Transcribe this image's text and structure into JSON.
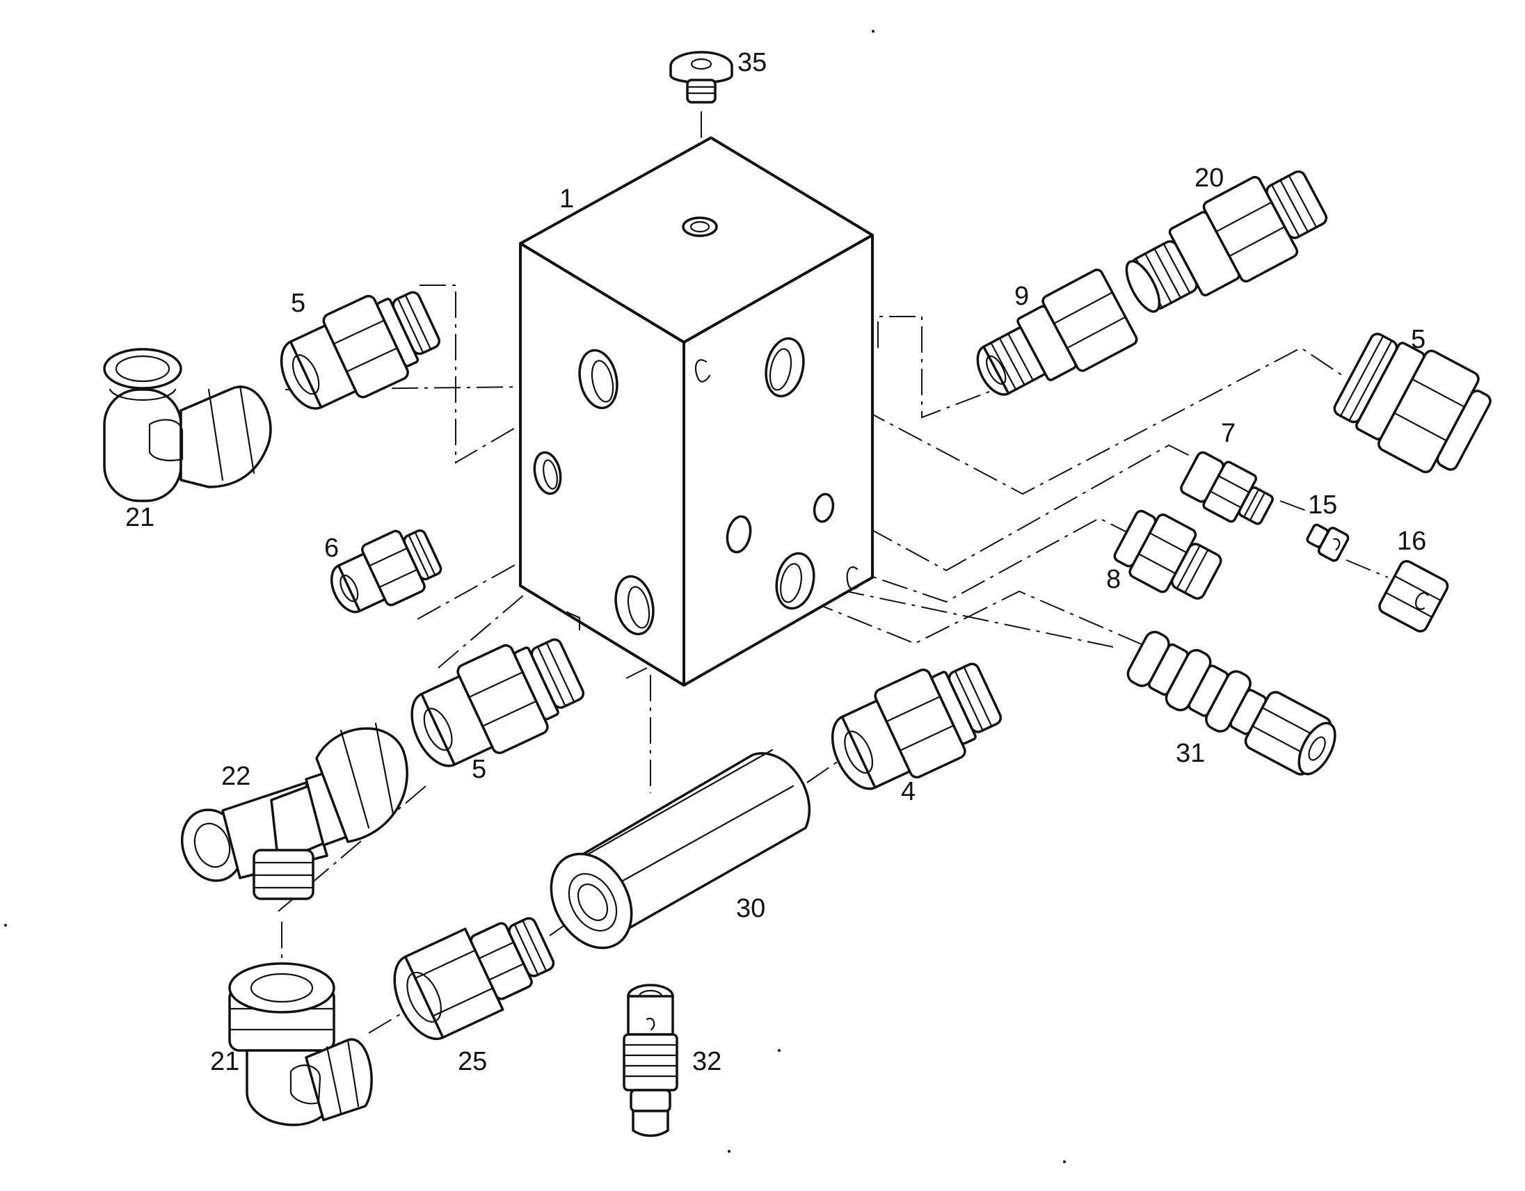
{
  "diagram": {
    "callouts": [
      {
        "id": "c35",
        "label": "35",
        "part": "plug-screw"
      },
      {
        "id": "c1",
        "label": "1",
        "part": "valve-block"
      },
      {
        "id": "c20",
        "label": "20",
        "part": "straight-connector"
      },
      {
        "id": "c9",
        "label": "9",
        "part": "reducing-adapter"
      },
      {
        "id": "c5a",
        "label": "5",
        "part": "union-upper-left"
      },
      {
        "id": "c5b",
        "label": "5",
        "part": "union-right"
      },
      {
        "id": "c21a",
        "label": "21",
        "part": "elbow-upper"
      },
      {
        "id": "c7",
        "label": "7",
        "part": "small-adapter"
      },
      {
        "id": "c15",
        "label": "15",
        "part": "orifice-insert"
      },
      {
        "id": "c16",
        "label": "16",
        "part": "cap-nut"
      },
      {
        "id": "c6",
        "label": "6",
        "part": "small-union"
      },
      {
        "id": "c8",
        "label": "8",
        "part": "adapter"
      },
      {
        "id": "c31",
        "label": "31",
        "part": "valve-cartridge"
      },
      {
        "id": "c22",
        "label": "22",
        "part": "tee-connector"
      },
      {
        "id": "c5c",
        "label": "5",
        "part": "union-lower"
      },
      {
        "id": "c4",
        "label": "4",
        "part": "union"
      },
      {
        "id": "c30",
        "label": "30",
        "part": "check-valve-housing"
      },
      {
        "id": "c21b",
        "label": "21",
        "part": "elbow-lower"
      },
      {
        "id": "c25",
        "label": "25",
        "part": "reducer-fitting"
      },
      {
        "id": "c32",
        "label": "32",
        "part": "cartridge"
      }
    ]
  }
}
